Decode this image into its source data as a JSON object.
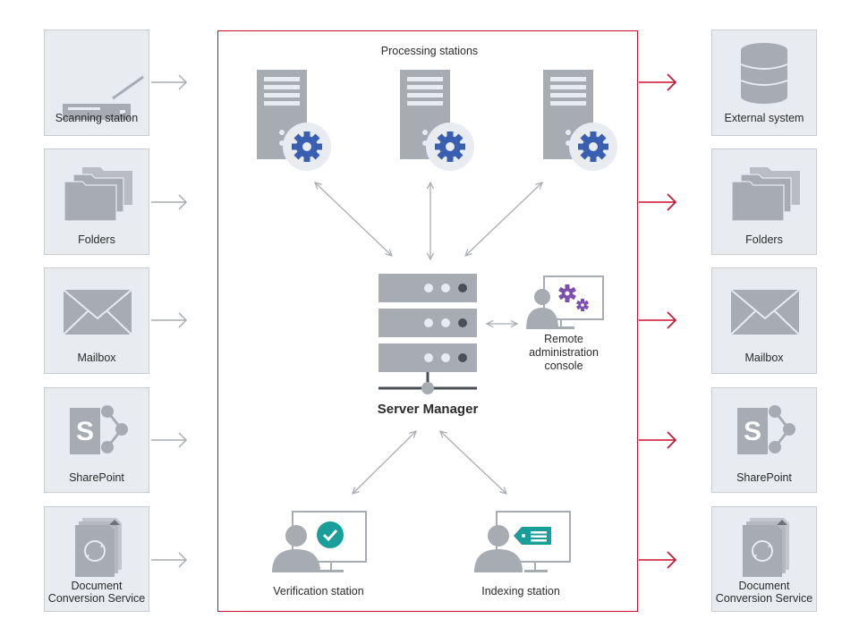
{
  "inputs": [
    {
      "label": "Scanning station",
      "icon": "scanner-icon"
    },
    {
      "label": "Folders",
      "icon": "folders-icon"
    },
    {
      "label": "Mailbox",
      "icon": "envelope-icon"
    },
    {
      "label": "SharePoint",
      "icon": "sharepoint-icon"
    },
    {
      "label": "Document Conversion Service",
      "label_line1": "Document",
      "label_line2": "Conversion Service",
      "icon": "document-conversion-icon"
    }
  ],
  "outputs": [
    {
      "label": "External system",
      "icon": "database-icon"
    },
    {
      "label": "Folders",
      "icon": "folders-icon"
    },
    {
      "label": "Mailbox",
      "icon": "envelope-icon"
    },
    {
      "label": "SharePoint",
      "icon": "sharepoint-icon"
    },
    {
      "label": "Document Conversion Service",
      "label_line1": "Document",
      "label_line2": "Conversion Service",
      "icon": "document-conversion-icon"
    }
  ],
  "center": {
    "processing_label": "Processing stations",
    "server_manager": "Server Manager",
    "remote_console_line1": "Remote",
    "remote_console_line2": "administration",
    "remote_console_line3": "console",
    "verification": "Verification station",
    "indexing": "Indexing station"
  },
  "colors": {
    "frame": "#c8102e",
    "tile_bg": "#e8ebef",
    "icon_gray": "#a7acb3",
    "gear_blue": "#3a5fb0",
    "gear_purple": "#7b4fb3",
    "check_teal": "#1a9e9a",
    "arrow_gray": "#a9adb2"
  }
}
